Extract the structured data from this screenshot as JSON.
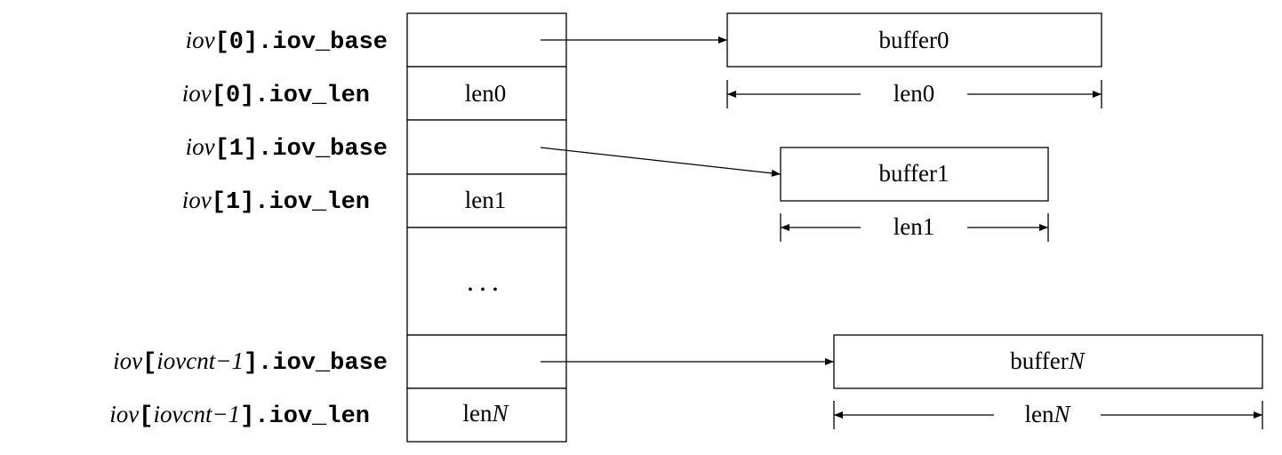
{
  "labels": {
    "iov0_base": {
      "arr": "iov",
      "idx": "0",
      "field": ".iov_base"
    },
    "iov0_len": {
      "arr": "iov",
      "idx": "0",
      "field": ".iov_len"
    },
    "iov1_base": {
      "arr": "iov",
      "idx": "1",
      "field": ".iov_base"
    },
    "iov1_len": {
      "arr": "iov",
      "idx": "1",
      "field": ".iov_len"
    },
    "iovN_base": {
      "arr": "iov",
      "idx": "iovcnt−1",
      "field": ".iov_base"
    },
    "iovN_len": {
      "arr": "iov",
      "idx": "iovcnt−1",
      "field": ".iov_len"
    },
    "open_bracket": "[",
    "close_bracket": "]"
  },
  "cells": {
    "len0": "len0",
    "len1": "len1",
    "lenN_prefix": "len",
    "lenN_suffix": "N",
    "ellipsis": "..."
  },
  "buffers": {
    "b0": "buffer0",
    "b1": "buffer1",
    "bN_prefix": "buffer",
    "bN_suffix": "N"
  },
  "dimensions": {
    "d0": "len0",
    "d1": "len1",
    "dN_prefix": "len",
    "dN_suffix": "N"
  }
}
